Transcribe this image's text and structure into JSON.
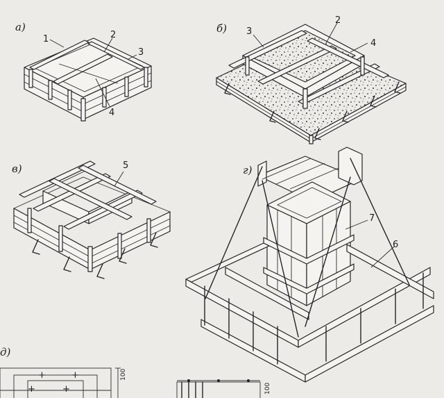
{
  "figures": {
    "a": {
      "label": "а)"
    },
    "b": {
      "label": "б)"
    },
    "v": {
      "label": "в)"
    },
    "g": {
      "label": "г)"
    },
    "d": {
      "label": "д)"
    }
  },
  "callouts": {
    "a1": "1",
    "a2": "2",
    "a3": "3",
    "a4": "4",
    "b3": "3",
    "b2": "2",
    "b4": "4",
    "v5": "5",
    "g7": "7",
    "g6": "6"
  },
  "dimensions": {
    "d1": "100",
    "d2": "100"
  }
}
